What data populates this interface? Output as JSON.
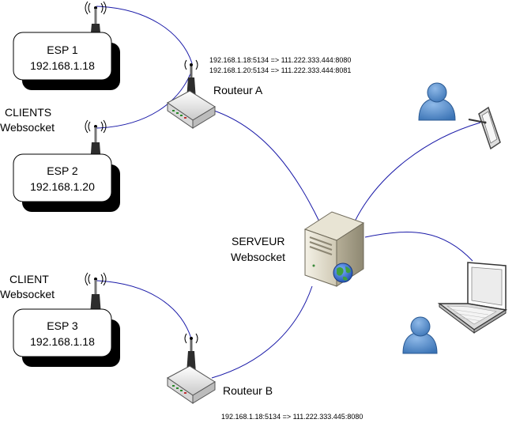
{
  "esp_devices": [
    {
      "name": "ESP 1",
      "ip": "192.168.1.18"
    },
    {
      "name": "ESP 2",
      "ip": "192.168.1.20"
    },
    {
      "name": "ESP 3",
      "ip": "192.168.1.18"
    }
  ],
  "group_labels": {
    "clients_line1": "CLIENTS",
    "clients_line2": "Websocket",
    "client_line1": "CLIENT",
    "client_line2": "Websocket"
  },
  "routers": {
    "a": {
      "name": "Routeur A",
      "nat_rules": [
        "192.168.1.18:5134 => 111.222.333.444:8080",
        "192.168.1.20:5134 => 111.222.333.444:8081"
      ]
    },
    "b": {
      "name": "Routeur B",
      "nat_rules": [
        "192.168.1.18:5134 => 111.222.333.445:8080"
      ]
    }
  },
  "server": {
    "line1": "SERVEUR",
    "line2": "Websocket"
  },
  "colors": {
    "link": "#1a1aa8",
    "user_blue": "#4a86c6",
    "box_shadow": "#000000"
  },
  "icons": [
    "antenna-icon",
    "router-icon",
    "server-icon",
    "globe-icon",
    "user-icon",
    "tablet-icon",
    "laptop-icon"
  ]
}
